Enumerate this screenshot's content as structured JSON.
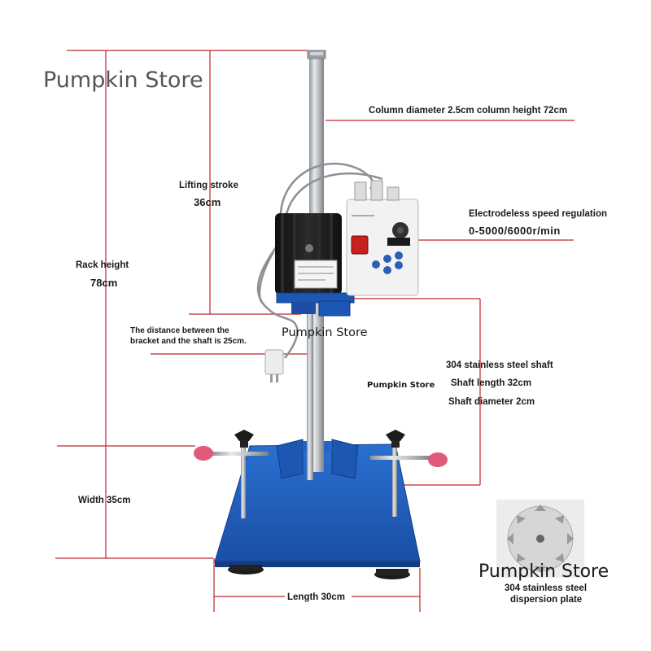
{
  "watermarks": {
    "top_left": "Pumpkin Store",
    "center": "Pumpkin Store",
    "center_small": "Pumpkin Store",
    "bottom_right": "Pumpkin Store"
  },
  "annotations": {
    "column": "Column diameter 2.5cm column height 72cm",
    "lifting_label": "Lifting stroke",
    "lifting_value": "36cm",
    "speed_label": "Electrodeless speed regulation",
    "speed_value": "0-5000/6000r/min",
    "rack_label": "Rack height",
    "rack_value": "78cm",
    "distance_line1": "The distance between the",
    "distance_line2": "bracket and the shaft is 25cm.",
    "shaft_material": "304 stainless steel shaft",
    "shaft_length": "Shaft length 32cm",
    "shaft_diameter": "Shaft diameter 2cm",
    "width": "Width 35cm",
    "length": "Length 30cm",
    "plate_line1": "304 stainless steel",
    "plate_line2": "dispersion plate"
  },
  "colors": {
    "dimension_line": "#c0262d",
    "base_blue": "#1f5fbf",
    "column_steel": "#b9bdc2",
    "motor_black": "#1c1c1c",
    "controller_white": "#f2f2f2"
  }
}
